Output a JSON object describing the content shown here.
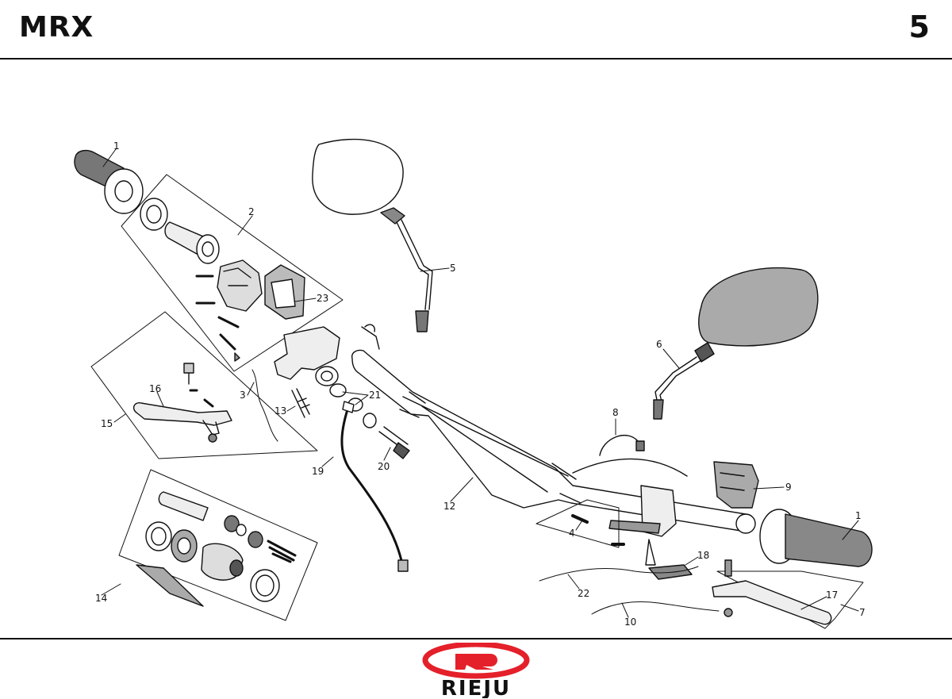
{
  "header": {
    "model": "MRX",
    "page_number": "5"
  },
  "brand": {
    "logo_text": "RIEJU",
    "logo_color": "#e4202a"
  },
  "callouts": [
    "1",
    "2",
    "23",
    "5",
    "6",
    "3",
    "16",
    "13",
    "21",
    "15",
    "8",
    "9",
    "20",
    "19",
    "12",
    "4",
    "18",
    "1",
    "22",
    "17",
    "14",
    "10",
    "7"
  ]
}
